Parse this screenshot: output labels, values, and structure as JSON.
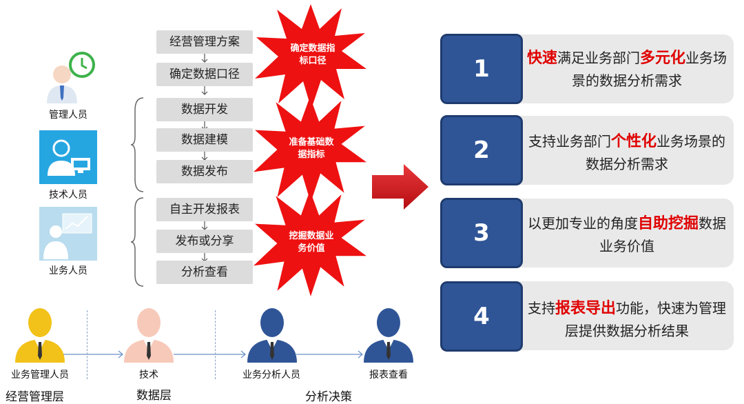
{
  "roles": [
    {
      "name": "management",
      "label": "管理人员",
      "icon": "manager-clock-icon"
    },
    {
      "name": "technical",
      "label": "技术人员",
      "icon": "tech-person-computer-icon"
    },
    {
      "name": "business",
      "label": "业务人员",
      "icon": "business-chart-icon"
    }
  ],
  "steps": [
    "经营管理方案",
    "确定数据口径",
    "数据开发",
    "数据建模",
    "数据发布",
    "自主开发报表",
    "发布或分享",
    "分析查看"
  ],
  "bursts": [
    {
      "line1": "确定数据指",
      "line2": "标口径"
    },
    {
      "line1": "准备基础数",
      "line2": "据指标"
    },
    {
      "line1": "挖掘数据业",
      "line2": "务价值"
    }
  ],
  "cards": [
    {
      "num": "1",
      "parts": [
        {
          "t": "快速",
          "hl": true
        },
        {
          "t": "满足业务部门",
          "hl": false
        },
        {
          "t": "多元化",
          "hl": true
        },
        {
          "t": "业务场景的数据分析需求",
          "hl": false
        }
      ]
    },
    {
      "num": "2",
      "parts": [
        {
          "t": "支持业务部门",
          "hl": false
        },
        {
          "t": "个性化",
          "hl": true
        },
        {
          "t": "业务场景的数据分析需求",
          "hl": false
        }
      ]
    },
    {
      "num": "3",
      "parts": [
        {
          "t": "以更加专业的角度",
          "hl": false
        },
        {
          "t": "自助挖掘",
          "hl": true
        },
        {
          "t": "数据业务价值",
          "hl": false
        }
      ]
    },
    {
      "num": "4",
      "parts": [
        {
          "t": "支持",
          "hl": false
        },
        {
          "t": "报表导出",
          "hl": true
        },
        {
          "t": "功能，快速为管理层提供数据分析结果",
          "hl": false
        }
      ]
    }
  ],
  "people": [
    {
      "label": "业务管理人员",
      "color": "#f2c21a"
    },
    {
      "label": "技术",
      "color": "#f7c9b9"
    },
    {
      "label": "业务分析人员",
      "color": "#2f5597"
    },
    {
      "label": "报表查看",
      "color": "#2f5597"
    }
  ],
  "layers": [
    "经营管理层",
    "数据层",
    "分析决策"
  ],
  "colors": {
    "burst": "#ee1111",
    "big_arrow": "#d9141a",
    "num_box": "#2f5597",
    "card_bg": "#e9e9e9",
    "step_bg": "#dcdcdc",
    "highlight": "#e00000"
  }
}
